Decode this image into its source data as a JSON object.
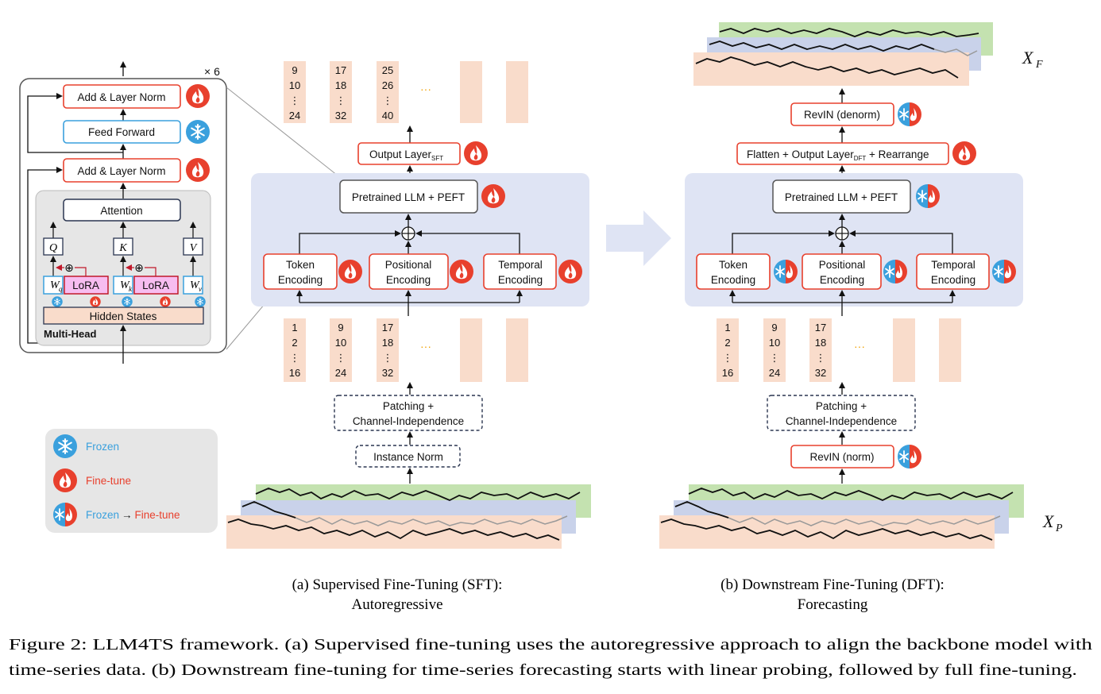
{
  "colors": {
    "fine_tune": "#e8402d",
    "frozen": "#3aa0dd",
    "llm_panel": "#dfe4f4",
    "patch_bg": "#f9dccb",
    "series_green": "#c4e2b0",
    "series_blue": "#c9d2ea",
    "series_orange": "#f9dccb"
  },
  "legend": {
    "frozen": "Frozen",
    "fine_tune": "Fine-tune",
    "frozen_part": "Frozen",
    "arrow": "→",
    "fine_tune_part": "Fine-tune"
  },
  "detail": {
    "repeat": "× 6",
    "add_norm_top": "Add & Layer Norm",
    "feed_forward": "Feed Forward",
    "add_norm_bottom": "Add & Layer Norm",
    "attention": "Attention",
    "q": "Q",
    "k": "K",
    "v": "V",
    "wq": "W",
    "wq_sub": "q",
    "wk": "W",
    "wk_sub": "k",
    "wv": "W",
    "wv_sub": "v",
    "lora1": "LoRA",
    "lora2": "LoRA",
    "oplus": "⊕",
    "hidden_states": "Hidden States",
    "multi_head": "Multi-Head"
  },
  "sft": {
    "output_cols": [
      [
        "9",
        "10",
        "⋮",
        "24"
      ],
      [
        "17",
        "18",
        "⋮",
        "32"
      ],
      [
        "25",
        "26",
        "⋮",
        "40"
      ]
    ],
    "ellipsis": "···",
    "output_layer": "Output Layer",
    "output_layer_sub": "SFT",
    "llm": "Pretrained LLM + PEFT",
    "token": [
      "Token",
      "Encoding"
    ],
    "positional": [
      "Positional",
      "Encoding"
    ],
    "temporal": [
      "Temporal",
      "Encoding"
    ],
    "input_cols": [
      [
        "1",
        "2",
        "⋮",
        "16"
      ],
      [
        "9",
        "10",
        "⋮",
        "24"
      ],
      [
        "17",
        "18",
        "⋮",
        "32"
      ]
    ],
    "patching": [
      "Patching +",
      "Channel-Independence"
    ],
    "norm": "Instance Norm",
    "caption": [
      "(a) Supervised Fine-Tuning (SFT):",
      "Autoregressive"
    ]
  },
  "dft": {
    "xf": "X",
    "xf_sub": "F",
    "revin_denorm": "RevIN (denorm)",
    "flatten_pre": "Flatten + Output Layer",
    "flatten_sub": "DFT",
    "flatten_post": " + Rearrange",
    "llm": "Pretrained LLM + PEFT",
    "token": [
      "Token",
      "Encoding"
    ],
    "positional": [
      "Positional",
      "Encoding"
    ],
    "temporal": [
      "Temporal",
      "Encoding"
    ],
    "input_cols": [
      [
        "1",
        "2",
        "⋮",
        "16"
      ],
      [
        "9",
        "10",
        "⋮",
        "24"
      ],
      [
        "17",
        "18",
        "⋮",
        "32"
      ]
    ],
    "ellipsis": "···",
    "patching": [
      "Patching +",
      "Channel-Independence"
    ],
    "revin_norm": "RevIN (norm)",
    "xp": "X",
    "xp_sub": "P",
    "caption": [
      "(b) Downstream Fine-Tuning (DFT):",
      "Forecasting"
    ]
  },
  "caption": {
    "line1": "Figure 2: LLM4TS framework. (a) Supervised fine-tuning uses the autoregressive approach to align the backbone model with",
    "line2": "time-series data. (b) Downstream fine-tuning for time-series forecasting starts with linear probing, followed by full fine-tuning."
  }
}
